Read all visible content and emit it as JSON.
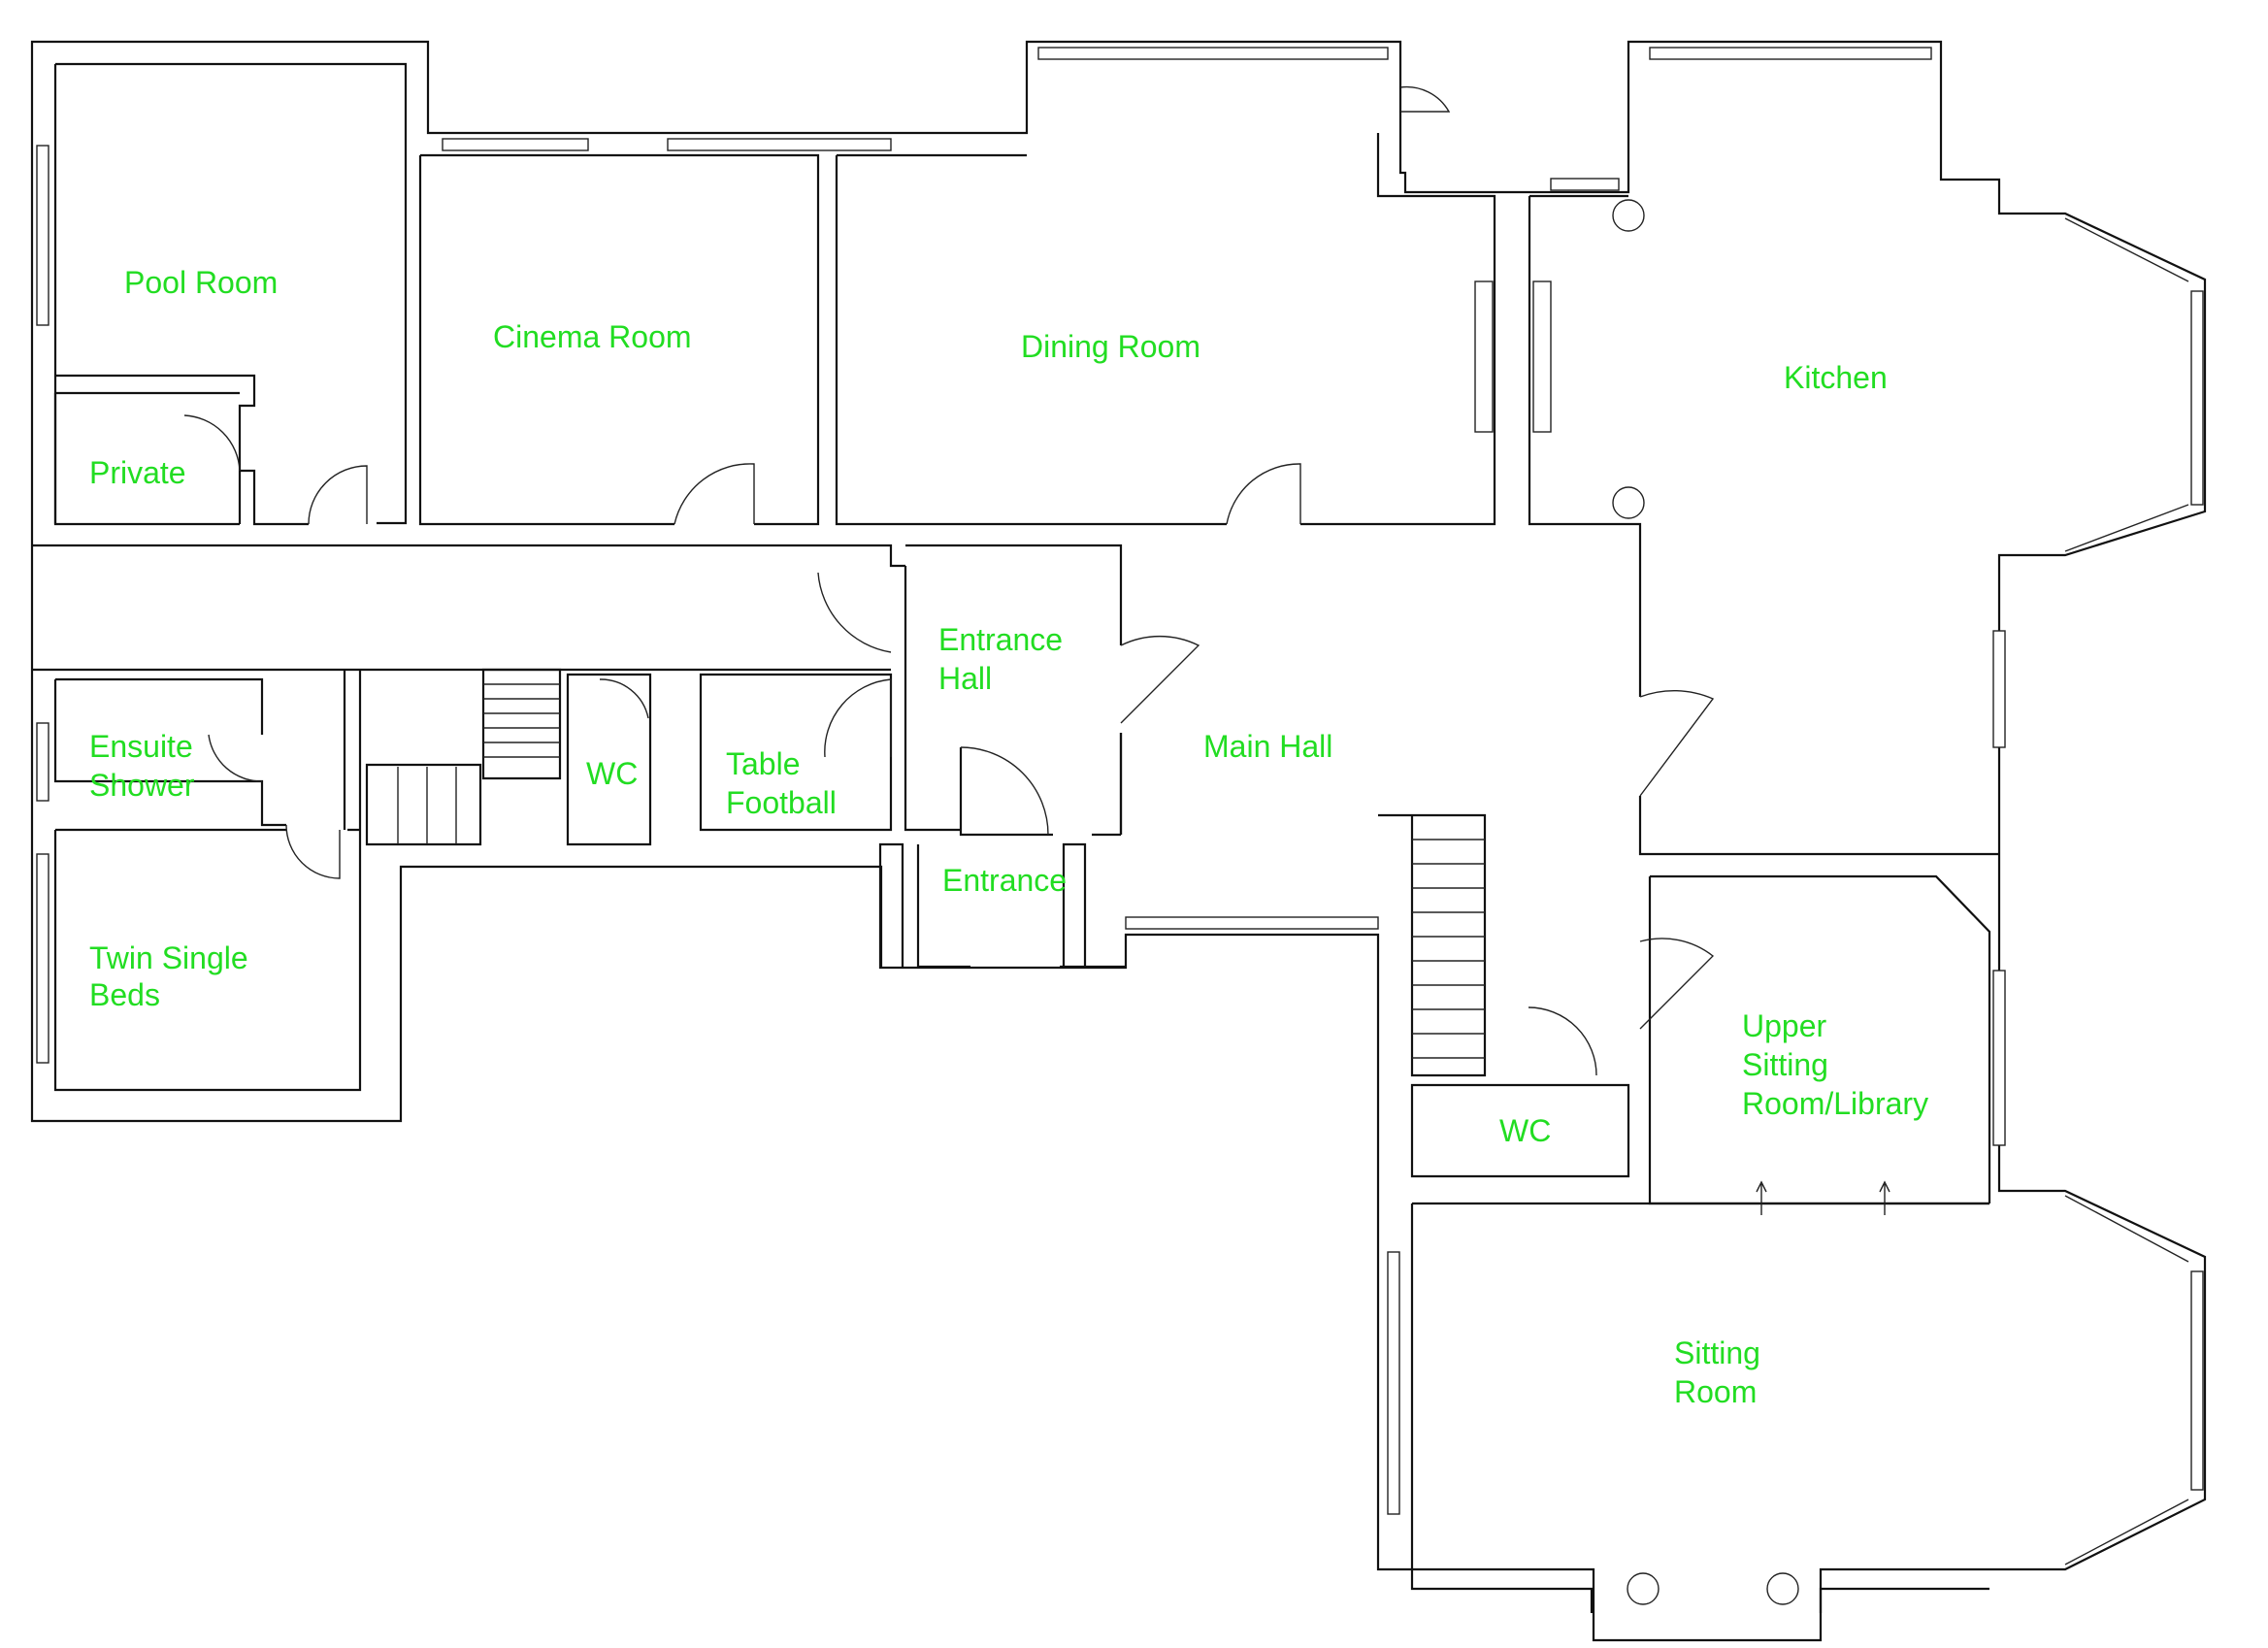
{
  "floor_plan": {
    "label_color": "#22dd22",
    "line_color": "#111111",
    "rooms": {
      "pool_room": "Pool Room",
      "private": "Private",
      "cinema_room": "Cinema Room",
      "dining_room": "Dining Room",
      "kitchen": "Kitchen",
      "entrance_hall": [
        "Entrance",
        "Hall"
      ],
      "main_hall": "Main Hall",
      "ensuite_shower": [
        "Ensuite",
        "Shower"
      ],
      "wc_west": "WC",
      "table_football": [
        "Table",
        "Football"
      ],
      "entrance": "Entrance",
      "twin_single_beds": [
        "Twin Single",
        "Beds"
      ],
      "upper_sitting_room": [
        "Upper",
        "Sitting",
        "Room/Library"
      ],
      "wc_east": "WC",
      "sitting_room": [
        "Sitting",
        "Room"
      ]
    }
  }
}
